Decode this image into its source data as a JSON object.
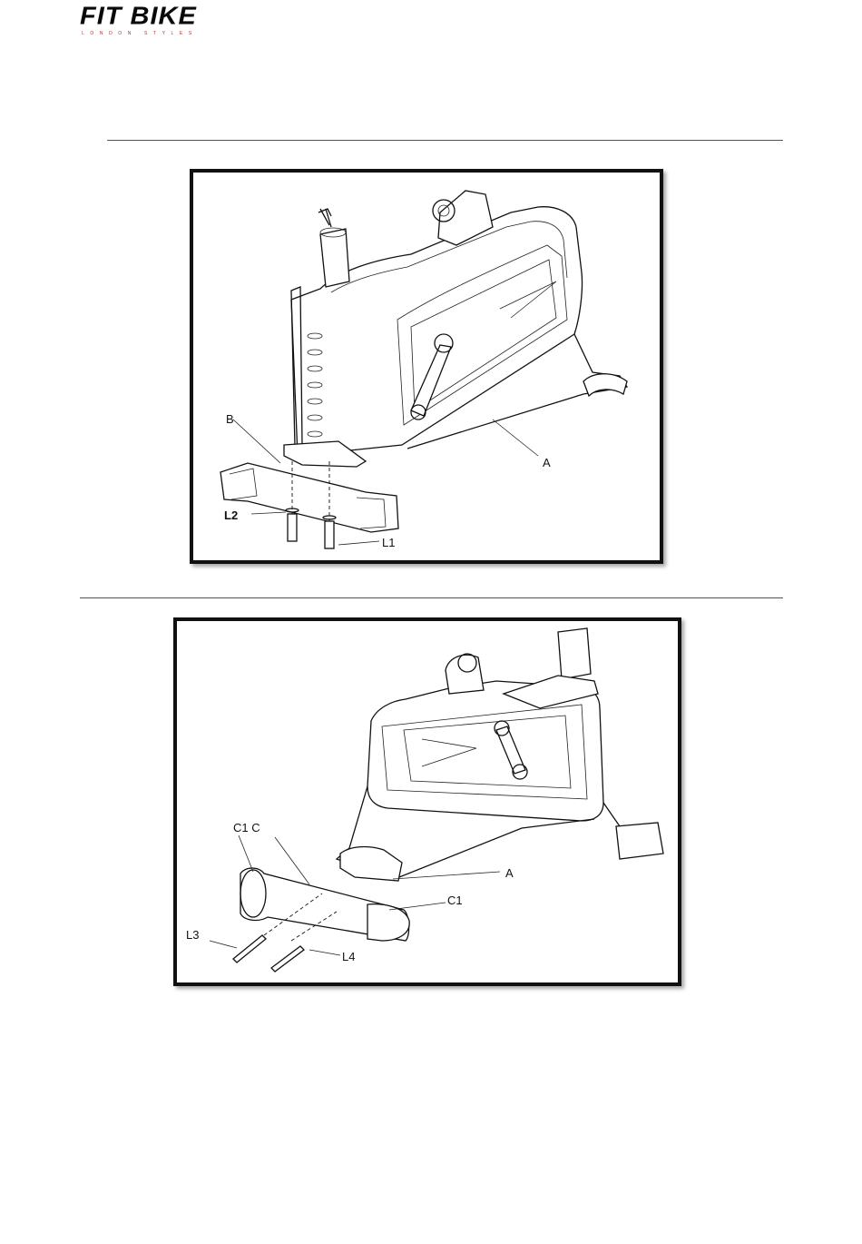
{
  "header": {
    "logo_text": "FIT BIKE",
    "logo_tagline": "LONDON STYLES"
  },
  "figure1": {
    "labels": {
      "B": "B",
      "A": "A",
      "L2": "L2",
      "L1": "L1"
    }
  },
  "figure2": {
    "labels": {
      "C1C": "C1 C",
      "A": "A",
      "C1": "C1",
      "L3": "L3",
      "L4": "L4"
    }
  }
}
